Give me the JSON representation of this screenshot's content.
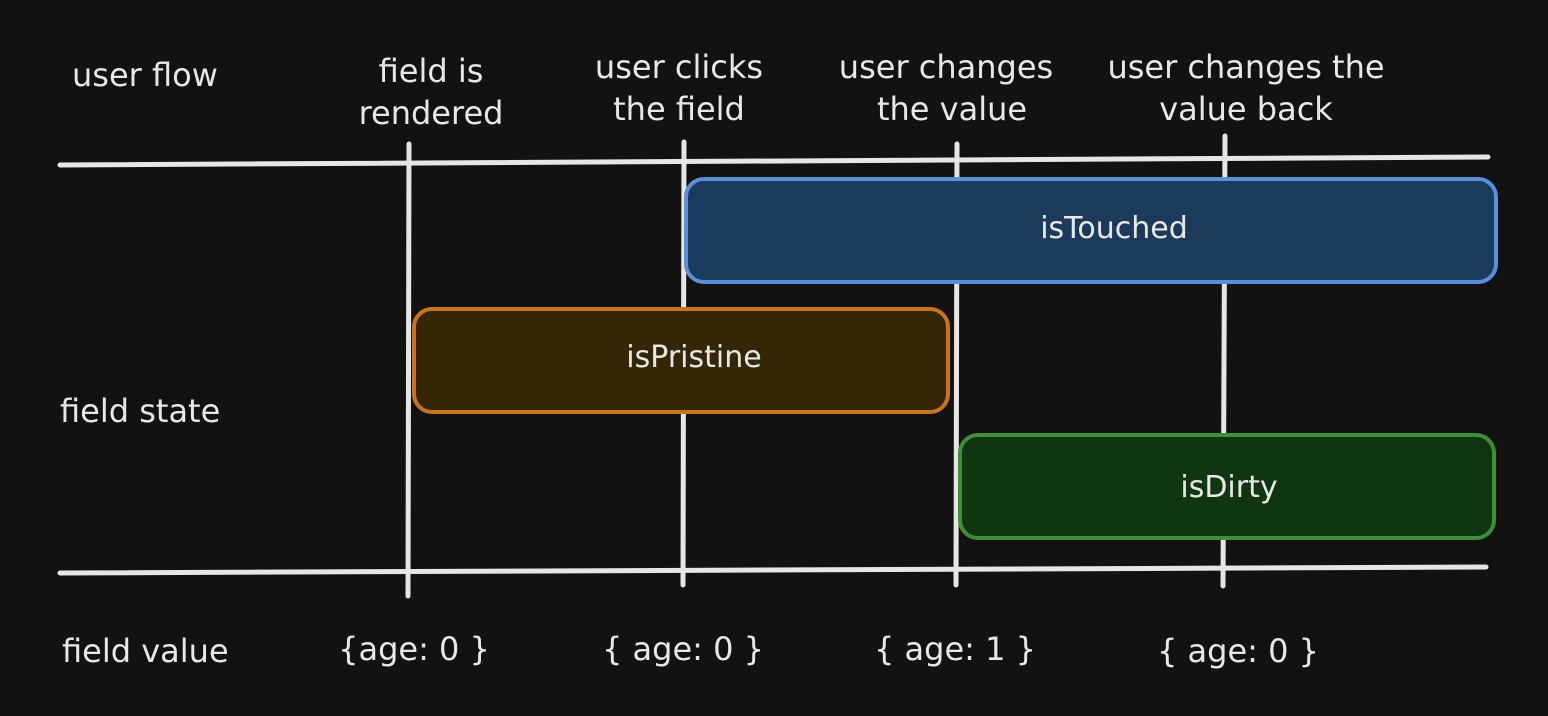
{
  "row_labels": {
    "user_flow": "user flow",
    "field_state": "field state",
    "field_value": "field value"
  },
  "events": [
    {
      "line1": "field is",
      "line2": "rendered"
    },
    {
      "line1": "user clicks",
      "line2": "the field"
    },
    {
      "line1": "user changes",
      "line2": "the value"
    },
    {
      "line1": "user changes the",
      "line2": "value back"
    }
  ],
  "field_values": [
    "{age: 0 }",
    "{ age: 0 }",
    "{ age: 1 }",
    "{ age: 0 }"
  ],
  "states": {
    "touched": {
      "label": "isTouched",
      "fill": "#1c3b5c",
      "stroke": "#5b8fd8"
    },
    "pristine": {
      "label": "isPristine",
      "fill": "#352705",
      "stroke": "#c8731f"
    },
    "dirty": {
      "label": "isDirty",
      "fill": "#10360f",
      "stroke": "#3f8e3a"
    }
  },
  "colors": {
    "background": "#121212",
    "line": "#e6e6e6",
    "text": "#e8e8e8"
  }
}
